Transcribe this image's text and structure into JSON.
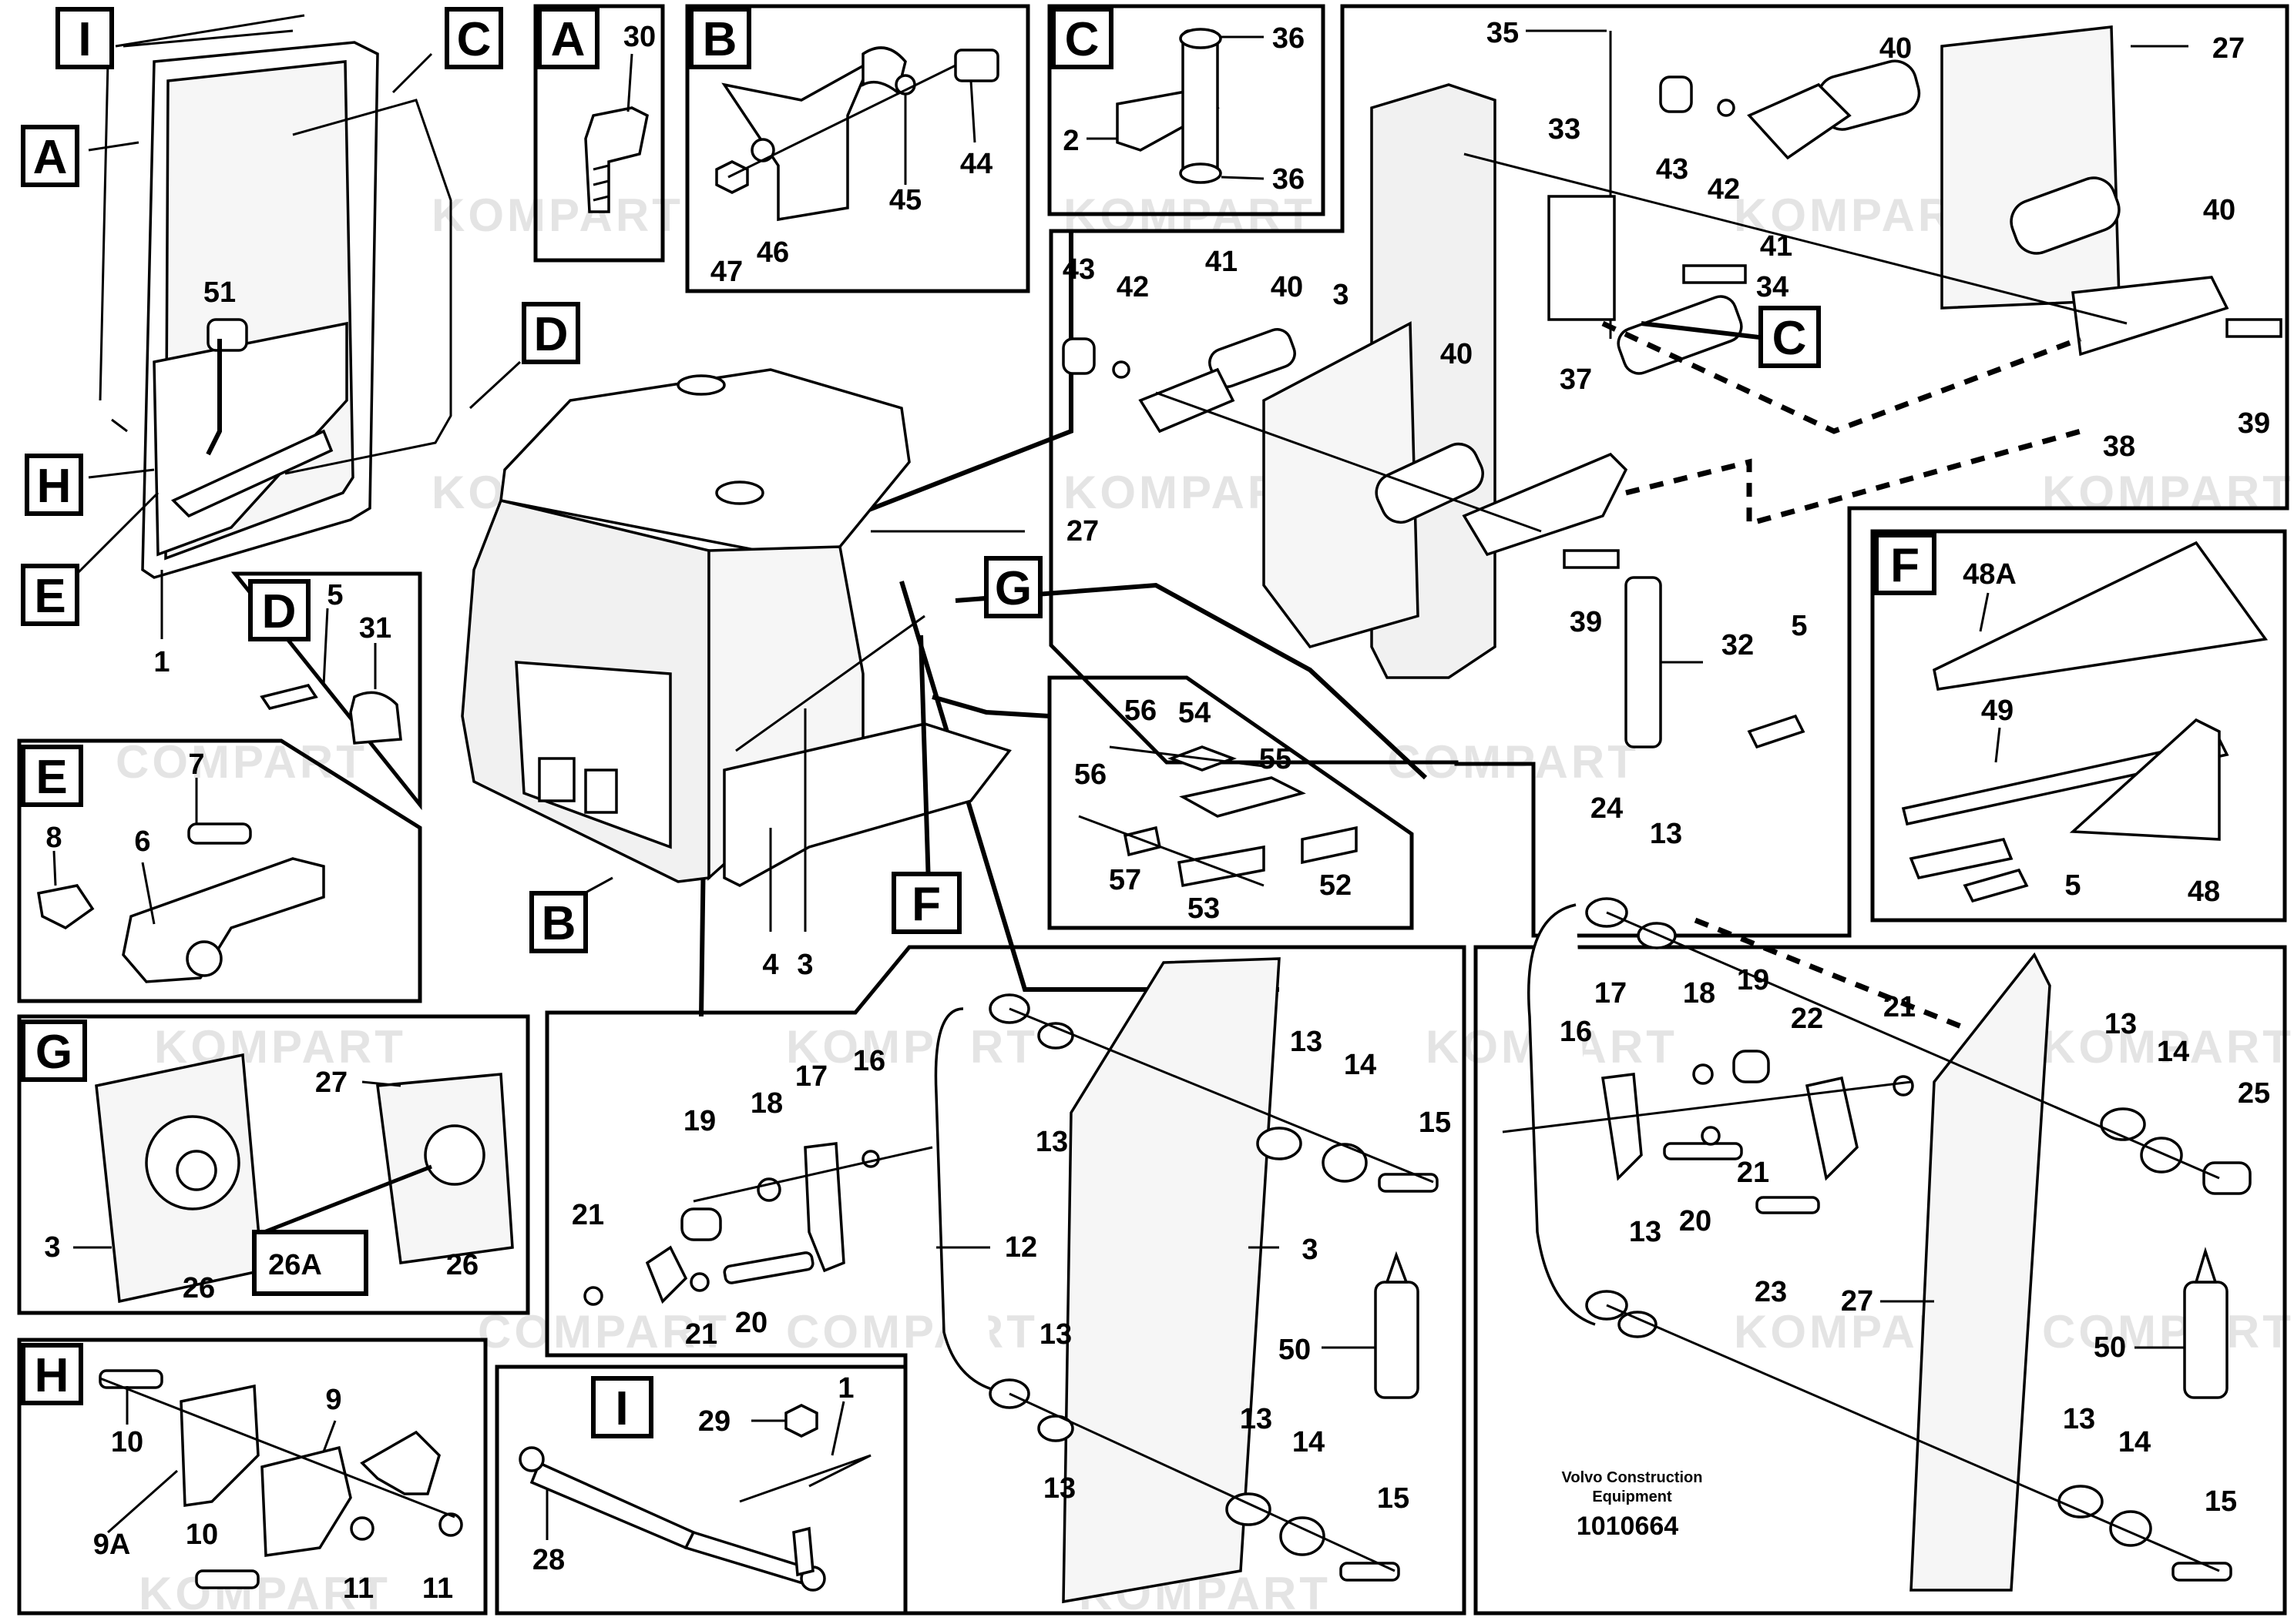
{
  "watermark": {
    "text": "KOMPART",
    "text_alt": "COMPART"
  },
  "footer": {
    "company_line1": "Volvo Construction",
    "company_line2": "Equipment",
    "drawing_number": "1010664"
  },
  "main_view": {
    "labels": [
      "I",
      "C",
      "A",
      "D",
      "H",
      "E",
      "B",
      "G",
      "F"
    ],
    "numbers": [
      "1",
      "51",
      "27",
      "4",
      "3"
    ]
  },
  "detail_A": {
    "letter": "A",
    "numbers": [
      "30"
    ]
  },
  "detail_B": {
    "letter": "B",
    "numbers": [
      "44",
      "45",
      "46",
      "47"
    ]
  },
  "detail_C": {
    "letter": "C",
    "numbers": [
      "36",
      "2",
      "36"
    ]
  },
  "detail_D": {
    "letter": "D",
    "numbers": [
      "5",
      "31"
    ]
  },
  "detail_E": {
    "letter": "E",
    "numbers": [
      "7",
      "8",
      "6"
    ]
  },
  "detail_F": {
    "letter": "F",
    "numbers": [
      "48A",
      "49",
      "5",
      "48"
    ]
  },
  "detail_G": {
    "letter": "G",
    "numbers": [
      "27",
      "3",
      "26",
      "26A",
      "26"
    ]
  },
  "detail_H": {
    "letter": "H",
    "numbers": [
      "10",
      "9",
      "9A",
      "10",
      "11",
      "11"
    ]
  },
  "detail_I": {
    "letter": "I",
    "numbers": [
      "29",
      "1",
      "28"
    ]
  },
  "hinge_group": {
    "numbers": [
      "35",
      "33",
      "43",
      "42",
      "40",
      "27",
      "41",
      "40",
      "34",
      "43",
      "42",
      "41",
      "40",
      "3",
      "40",
      "37",
      "38",
      "39",
      "39",
      "32",
      "5"
    ],
    "callout": "C"
  },
  "strip_group": {
    "numbers": [
      "56",
      "54",
      "55",
      "56",
      "57",
      "53",
      "52"
    ]
  },
  "window_left": {
    "numbers": [
      "13",
      "14",
      "15",
      "13",
      "19",
      "18",
      "17",
      "16",
      "12",
      "21",
      "21",
      "20",
      "3",
      "13",
      "50",
      "13",
      "13",
      "14",
      "15"
    ]
  },
  "window_right": {
    "numbers": [
      "24",
      "13",
      "17",
      "18",
      "19",
      "22",
      "21",
      "16",
      "13",
      "14",
      "25",
      "20",
      "21",
      "23",
      "13",
      "27",
      "50",
      "13",
      "14",
      "15"
    ]
  }
}
